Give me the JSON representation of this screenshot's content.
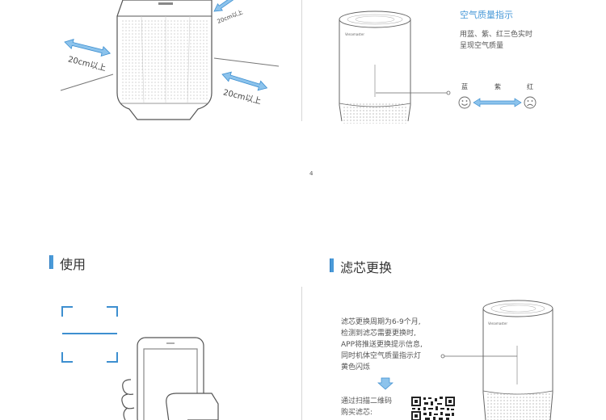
{
  "top_left": {
    "distance_side_label": "20cm以上",
    "distance_front_label": "20cm以上",
    "distance_back_label": "20cm以上"
  },
  "top_right": {
    "indicator_title": "空气质量指示",
    "indicator_desc": [
      "用蓝、紫、红三色实时",
      "呈现空气质量"
    ],
    "colors": {
      "blue": "蓝",
      "purple": "紫",
      "red": "红"
    },
    "brand": "Venamaster"
  },
  "page_number": "4",
  "section_use": {
    "title": "使用"
  },
  "section_filter": {
    "title": "滤芯更换",
    "lines": [
      "滤芯更换周期为6-9个月,",
      "检测到滤芯需要更换时,",
      "APP将推送更换提示信息,",
      "同时机体空气质量指示灯",
      "黄色闪烁"
    ],
    "qr_lines": [
      "通过扫描二维码",
      "购买滤芯:"
    ],
    "brand": "Venamaster"
  },
  "colors": {
    "accent": "#4a9ad8",
    "arrow_blue": "#6aaee0",
    "line": "#555555"
  }
}
